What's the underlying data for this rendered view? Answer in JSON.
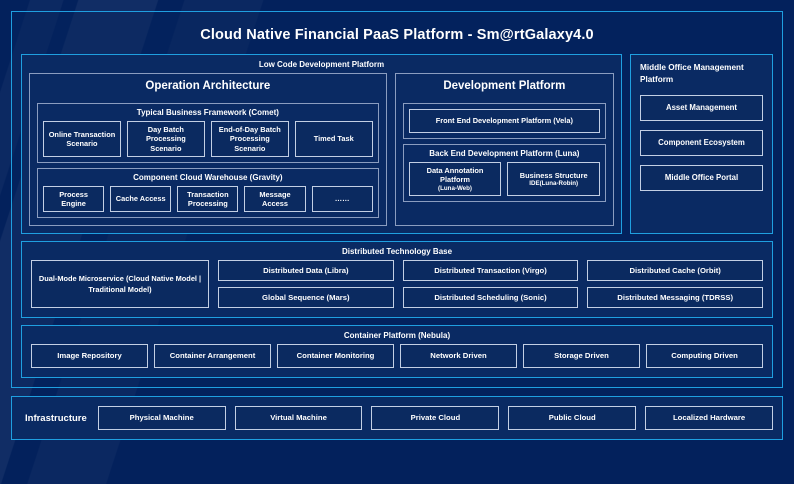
{
  "title": "Cloud Native Financial PaaS Platform - Sm@rtGalaxy4.0",
  "colors": {
    "background": "#03215c",
    "panel": "#0a2a63",
    "accent_border": "#1f9fe0",
    "inner_border": "#8b9dc0",
    "chip_border": "#c3cfe4",
    "text": "#ffffff"
  },
  "low_code": {
    "header": "Low Code Development Platform",
    "operation_architecture": {
      "header": "Operation Architecture",
      "business_framework": {
        "header": "Typical Business Framework (Comet)",
        "items": [
          "Online Transaction Scenario",
          "Day Batch Processing Scenario",
          "End-of-Day Batch Processing Scenario",
          "Timed Task"
        ]
      },
      "component_warehouse": {
        "header": "Component Cloud Warehouse (Gravity)",
        "items": [
          "Process Engine",
          "Cache Access",
          "Transaction Processing",
          "Message Access",
          "……"
        ]
      }
    },
    "development_platform": {
      "header": "Development Platform",
      "front_end": "Front End Development Platform (Vela)",
      "back_end": {
        "header": "Back End Development Platform (Luna)",
        "items": [
          {
            "name": "Data Annotation Platform",
            "sub": "(Luna-Web)"
          },
          {
            "name": "Business Structure",
            "sub": "IDE(Luna-Robin)"
          }
        ]
      }
    }
  },
  "middle_office": {
    "header": "Middle Office Management Platform",
    "items": [
      "Asset Management",
      "Component Ecosystem",
      "Middle Office Portal"
    ]
  },
  "distributed_base": {
    "header": "Distributed Technology Base",
    "dual_mode": "Dual-Mode Microservice (Cloud Native Model | Traditional Model)",
    "columns": [
      [
        "Distributed Data (Libra)",
        "Global Sequence (Mars)"
      ],
      [
        "Distributed Transaction (Virgo)",
        "Distributed Scheduling (Sonic)"
      ],
      [
        "Distributed Cache (Orbit)",
        "Distributed Messaging (TDRSS)"
      ]
    ]
  },
  "container_platform": {
    "header": "Container Platform (Nebula)",
    "items": [
      "Image Repository",
      "Container Arrangement",
      "Container Monitoring",
      "Network Driven",
      "Storage Driven",
      "Computing Driven"
    ]
  },
  "infrastructure": {
    "label": "Infrastructure",
    "items": [
      "Physical Machine",
      "Virtual Machine",
      "Private Cloud",
      "Public Cloud",
      "Localized Hardware"
    ]
  }
}
